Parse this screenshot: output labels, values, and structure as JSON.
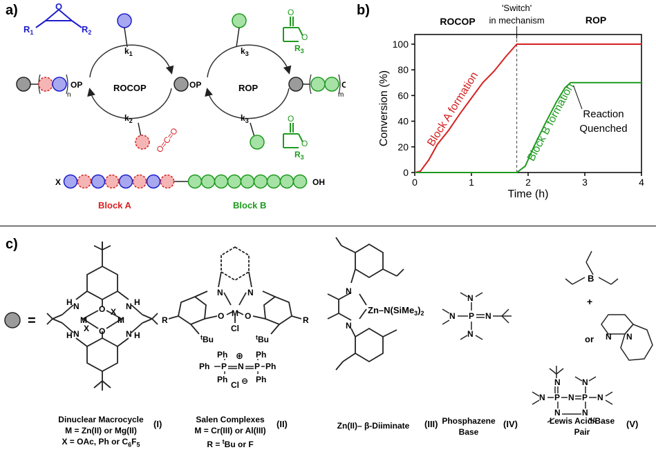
{
  "panels": {
    "a": "a)",
    "b": "b)",
    "c": "c)"
  },
  "scheme": {
    "r1": "R",
    "r1_sub": "1",
    "r2": "R",
    "r2_sub": "2",
    "epoxide_o": "O",
    "k1": "k",
    "k1_sub": "1",
    "k2": "k",
    "k2_sub": "2",
    "k3": "k",
    "k3_sub": "3",
    "rocop": "ROCOP",
    "rop": "ROP",
    "op": "OP",
    "n": "n",
    "m": "m",
    "lactone_o": "O",
    "r3": "R",
    "r3_sub": "3",
    "co2": "O=C=O",
    "chain_x": "X",
    "chain_oh": "OH",
    "block_a": "Block A",
    "block_b": "Block B"
  },
  "chart_data": {
    "type": "line",
    "xlabel": "Time (h)",
    "ylabel": "Conversion (%)",
    "xlim": [
      0,
      4
    ],
    "ylim": [
      0,
      100
    ],
    "xticks": [
      0,
      1,
      2,
      3,
      4
    ],
    "yticks": [
      0,
      20,
      40,
      60,
      80,
      100
    ],
    "switch_x": 1.8,
    "series": [
      {
        "name": "Block A formation",
        "color": "#d62020",
        "x": [
          0,
          0.1,
          0.25,
          0.4,
          0.6,
          0.8,
          1.0,
          1.2,
          1.4,
          1.6,
          1.8,
          2.5,
          4
        ],
        "y": [
          0,
          1,
          10,
          22,
          33,
          46,
          58,
          70,
          79,
          90,
          100,
          100,
          100
        ]
      },
      {
        "name": "Block B formation",
        "color": "#1e9a1e",
        "x": [
          0,
          1.8,
          1.95,
          2.1,
          2.3,
          2.5,
          2.65,
          2.75,
          3.0,
          4
        ],
        "y": [
          0,
          0,
          5,
          20,
          38,
          55,
          66,
          70,
          70,
          70
        ]
      }
    ],
    "annotations": {
      "rocop": "ROCOP",
      "switch": "'Switch'",
      "switch2": "in mechanism",
      "rop": "ROP",
      "quench1": "Reaction",
      "quench2": "Quenched"
    }
  },
  "catalysts": {
    "equals": "=",
    "I": {
      "line1": "Dinuclear Macrocycle",
      "line2": "M = Zn(II) or Mg(II)",
      "line3": "X = OAc, Ph or C",
      "line3_sub": "6",
      "line3b": "F",
      "line3_sub2": "5",
      "num": "(I)",
      "atoms": {
        "h": "H",
        "n": "N",
        "o": "O",
        "m": "M",
        "x": "X"
      }
    },
    "II": {
      "line1": "Salen Complexes",
      "line2": "M = Cr(III) or Al(III)",
      "line3": "R = ",
      "line3_sup": "t",
      "line3b": "Bu or F",
      "num": "(II)",
      "atoms": {
        "n": "N",
        "o": "O",
        "m": "M",
        "cl": "Cl",
        "r": "R",
        "tbu_sup": "t",
        "tbu": "Bu",
        "ppn_ph": "Ph",
        "ppn_p": "P",
        "ppn_n": "N",
        "plus": "⊕",
        "minus": "⊖"
      }
    },
    "III": {
      "line1": "Zn(II)– β-Diiminate",
      "num": "(III)",
      "zn": "Zn–N(SiMe",
      "zn_sub": "3",
      "zn_end": ")",
      "zn_sub2": "2",
      "n": "N"
    },
    "IV": {
      "line1": "Phosphazene",
      "line2": "Base",
      "num": "(IV)",
      "n": "N",
      "p": "P"
    },
    "V": {
      "line1": "Lewis Acid/Base",
      "line2": "Pair",
      "num": "(V)",
      "b": "B",
      "plus": "+",
      "or": "or",
      "n": "N",
      "p": "P"
    }
  }
}
